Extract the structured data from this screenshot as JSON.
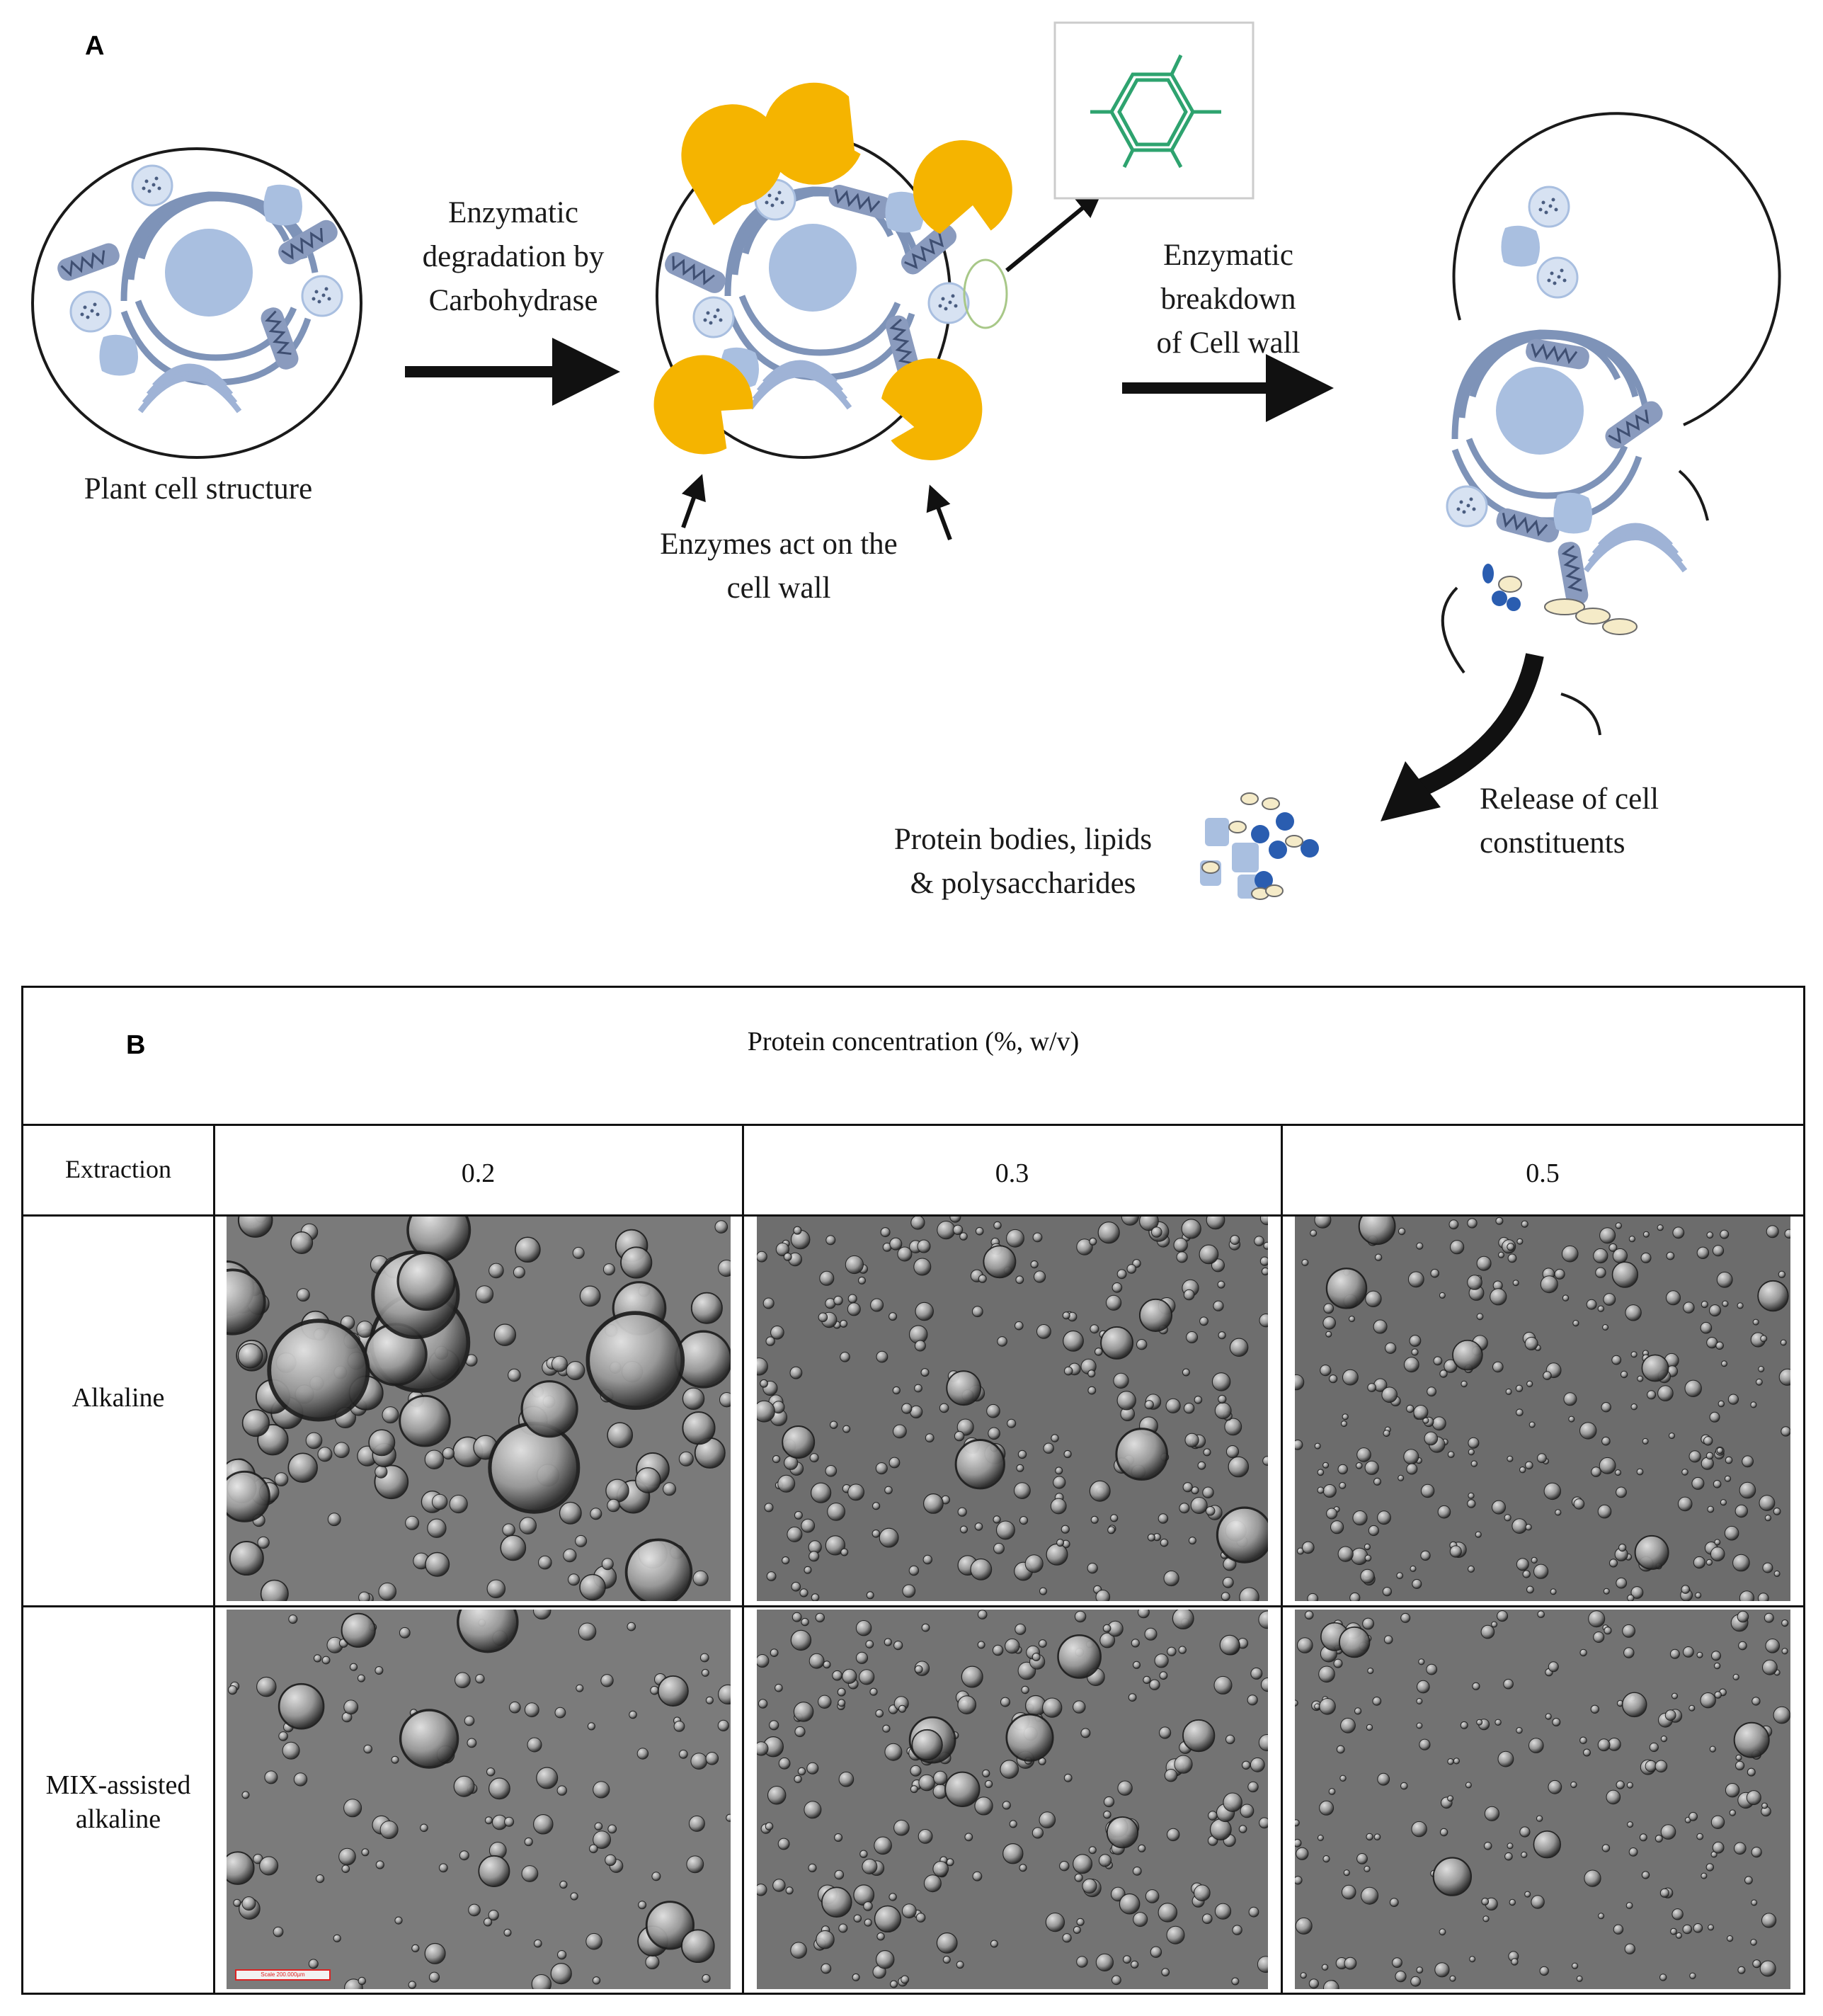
{
  "panel_a": {
    "letter": "A",
    "plant_cell_label": "Plant cell structure",
    "degradation_label": [
      "Enzymatic",
      "degradation by",
      "Carbohydrase"
    ],
    "enzymes_label": [
      "Enzymes act on the",
      "cell wall"
    ],
    "breakdown_label": [
      "Enzymatic",
      "breakdown",
      "of Cell wall"
    ],
    "release_label": [
      "Release of cell",
      "constituents"
    ],
    "products_label": [
      "Protein bodies, lipids",
      "& polysaccharides"
    ],
    "colors": {
      "enzyme": "#F5B400",
      "organelle": "#A9BFE0",
      "organelle_dark": "#7E93B8",
      "hexagon": "#2EA36F",
      "protein_dark": "#2A5DB0",
      "lipid": "#F5EBC8"
    }
  },
  "panel_b": {
    "letter": "B",
    "header": "Protein concentration (%, w/v)",
    "row_header": "Extraction",
    "columns": [
      "0.2",
      "0.3",
      "0.5"
    ],
    "rows": [
      {
        "label": [
          "Alkaline"
        ]
      },
      {
        "label": [
          "MIX-assisted",
          "alkaline"
        ]
      }
    ],
    "scale_bar_text": "Scale 200.000µm"
  }
}
